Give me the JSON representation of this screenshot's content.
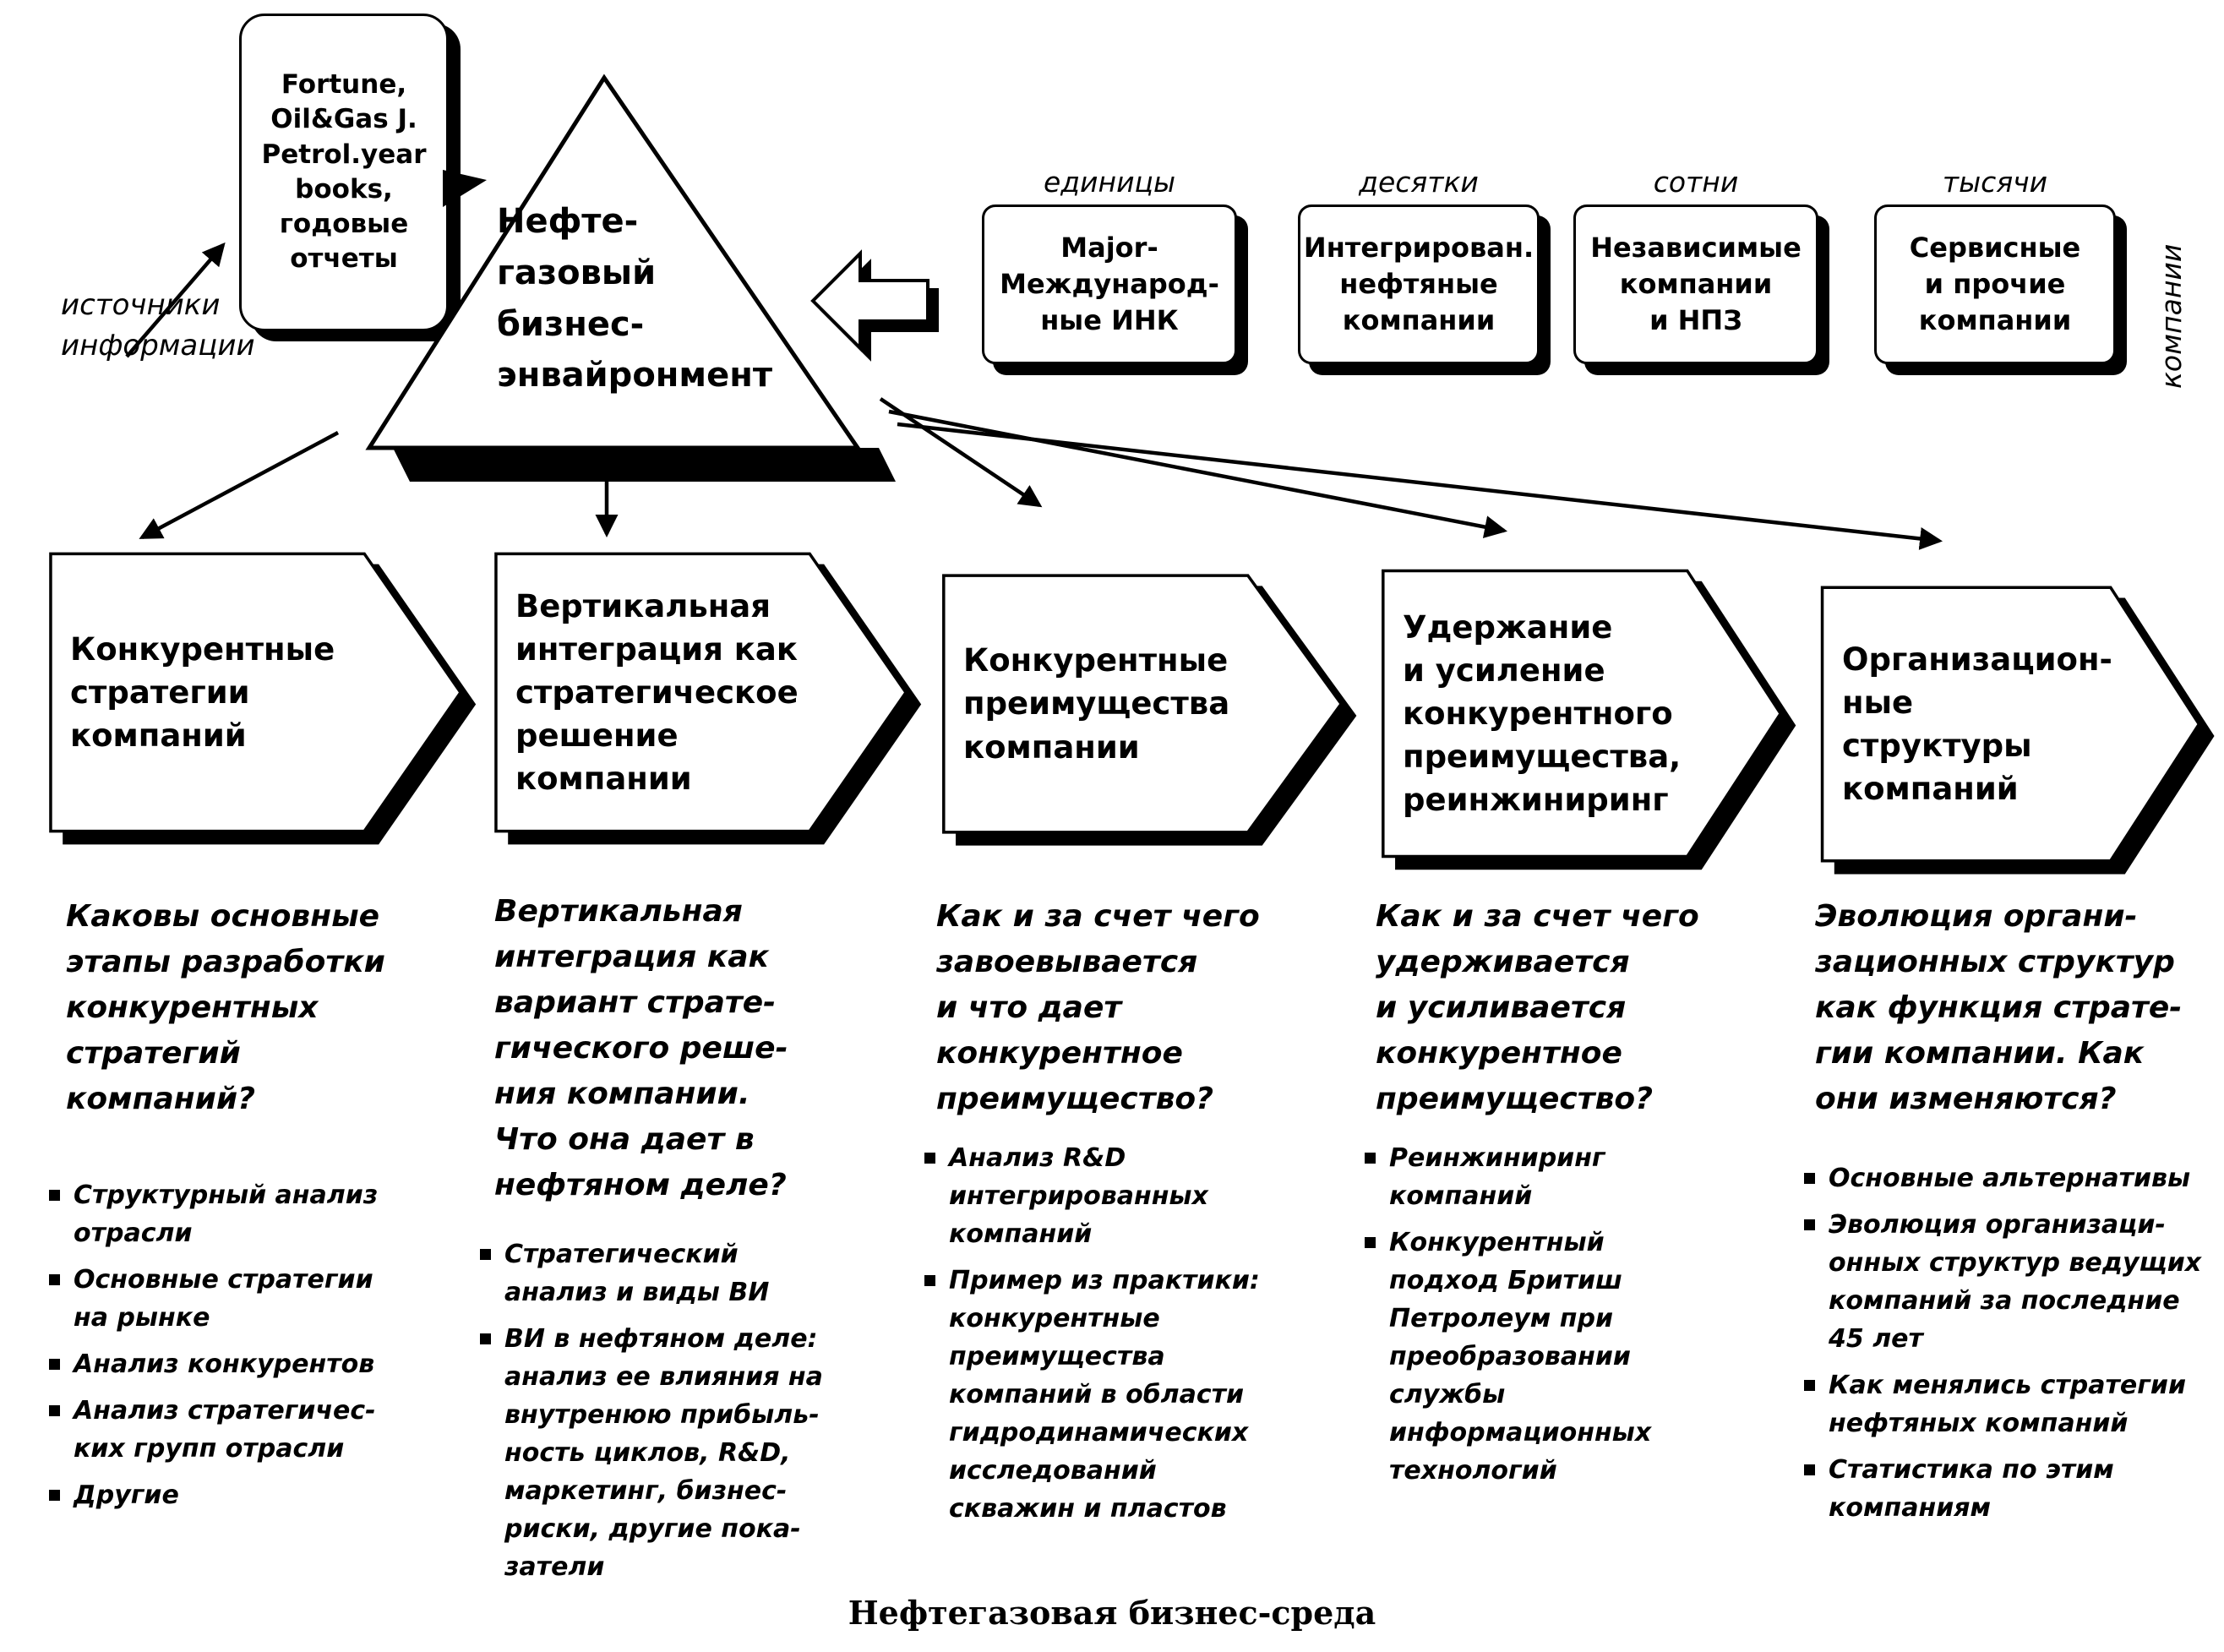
{
  "colors": {
    "ink": "#000000",
    "paper": "#ffffff"
  },
  "sources": {
    "bubble": "Fortune,\nOil&Gas J.\nPetrol.year\nbooks,\nгодовые\nотчеты",
    "label": "источники\nинформации"
  },
  "triangle": {
    "title": "Нефте-\nгазовый\nбизнес-\nэнвайронмент"
  },
  "companies": {
    "axis_label": "компании",
    "groups": [
      {
        "scale": "единицы",
        "name": "Major-\nМеждународ-\nные ИНК"
      },
      {
        "scale": "десятки",
        "name": "Интегрирован.\nнефтяные\nкомпании"
      },
      {
        "scale": "сотни",
        "name": "Независимые\nкомпании\nи НПЗ"
      },
      {
        "scale": "тысячи",
        "name": "Сервисные\nи прочие\nкомпании"
      }
    ]
  },
  "topics": [
    {
      "header": "Конкурентные\nстратегии\nкомпаний",
      "question": "Каковы основные\nэтапы разработки\nконкурентных\nстратегий\nкомпаний?",
      "bullets": [
        "Структурный анализ\nотрасли",
        "Основные стратегии\nна рынке",
        "Анализ конкурентов",
        "Анализ стратегичес-\nких групп отрасли",
        "Другие"
      ]
    },
    {
      "header": "Вертикальная\nинтеграция как\nстратегическое\nрешение\nкомпании",
      "question": "Вертикальная\nинтеграция как\nвариант страте-\nгического реше-\nния компании.\nЧто она дает в\nнефтяном деле?",
      "bullets": [
        "Стратегический\nанализ  и виды ВИ",
        "ВИ в нефтяном деле:\nанализ ее влияния на\nвнутренюю прибыль-\nность циклов, R&D,\nмаркетинг, бизнес-\nриски, другие пока-\nзатели"
      ]
    },
    {
      "header": "Конкурентные\nпреимущества\nкомпании",
      "question": "Как и за счет чего\nзавоевывается\nи что дает\nконкурентное\nпреимущество?",
      "bullets": [
        "Анализ R&D\nинтегрированных\nкомпаний",
        "Пример из практики:\nконкурентные\nпреимущества\nкомпаний в области\nгидродинамических\nисследований\nскважин и пластов"
      ]
    },
    {
      "header": "Удержание\nи усиление\nконкурентного\nпреимущества,\nреинжиниринг",
      "question": "Как и за счет чего\nудерживается\nи усиливается\nконкурентное\nпреимущество?",
      "bullets": [
        "Реинжиниринг\nкомпаний",
        "Конкурентный\nподход Бритиш\nПетролеум при\nпреобразовании\nслужбы\nинформационных\nтехнологий"
      ]
    },
    {
      "header": "Организацион-\nные структуры\nкомпаний",
      "question": "Эволюция  органи-\nзационных структур\nкак функция страте-\nгии компании.  Как\nони изменяются?",
      "bullets": [
        "Основные альтернативы",
        "Эволюция  организаци-\nонных структур ведущих\nкомпаний за последние\n45 лет",
        "Как менялись стратегии\nнефтяных компаний",
        "Статистика по этим\nкомпаниям"
      ]
    }
  ],
  "caption": "Нефтегазовая бизнес-среда"
}
